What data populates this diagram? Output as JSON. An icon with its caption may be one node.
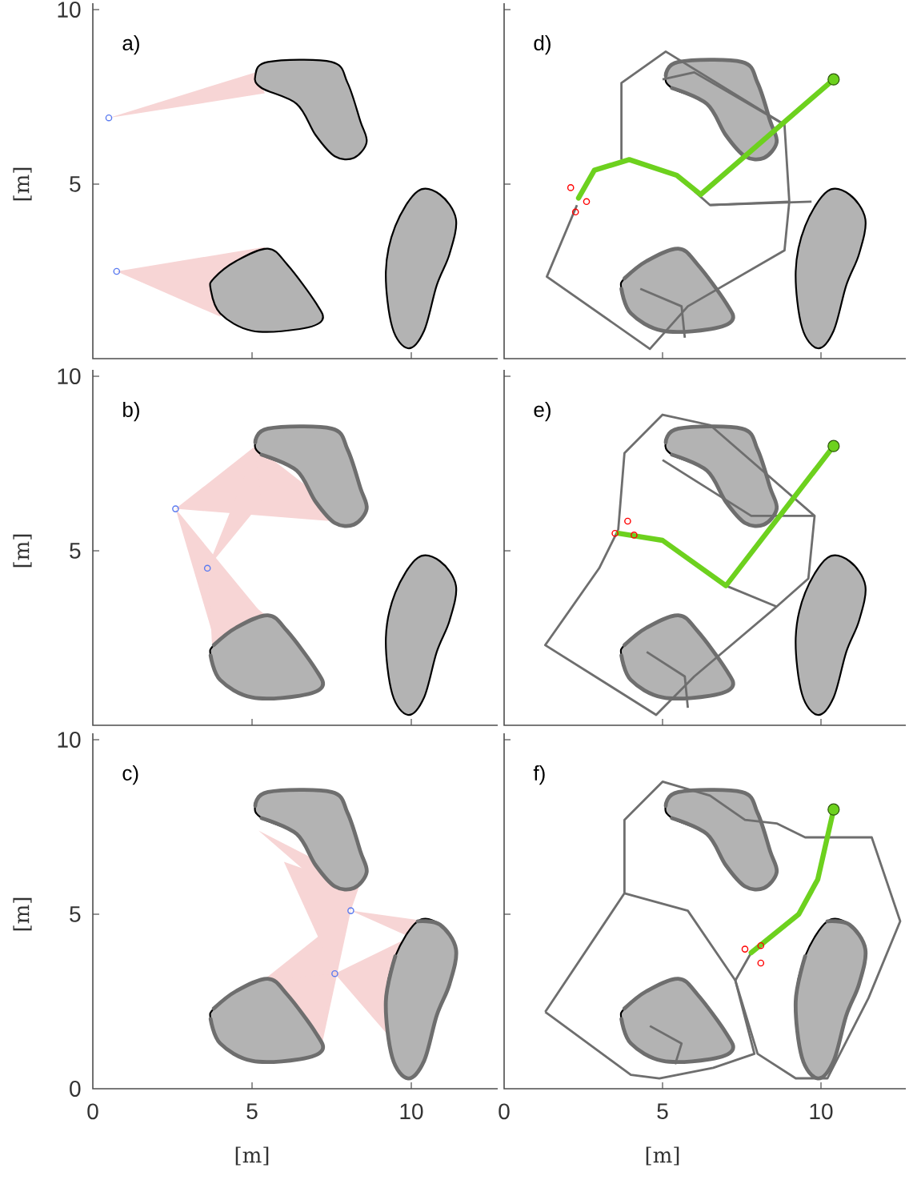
{
  "diagram": {
    "labels": [
      "10",
      "a)",
      "d)",
      "[m]",
      "5",
      "10",
      "b)",
      "e)",
      "[m]",
      "5",
      "10",
      "c)",
      "f)",
      "[m]",
      "5",
      "0",
      "0",
      "5",
      "10",
      "0",
      "5",
      "10",
      "[m]",
      "[m]"
    ]
  }
}
